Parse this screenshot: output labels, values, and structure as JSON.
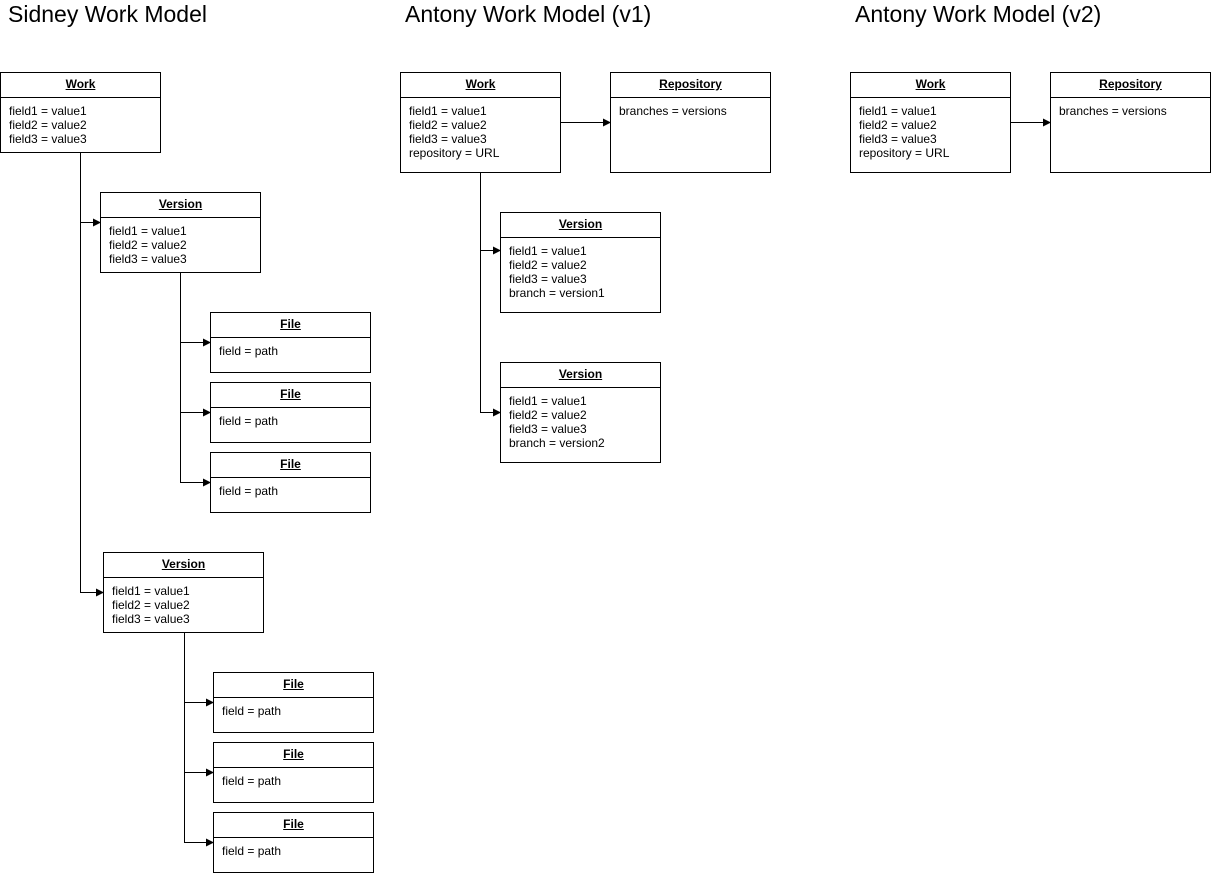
{
  "titles": {
    "sidney": "Sidney Work Model",
    "antony_v1": "Antony Work Model (v1)",
    "antony_v2": "Antony Work Model (v2)"
  },
  "sidney": {
    "work": {
      "header": "Work",
      "fields": [
        "field1 = value1",
        "field2 = value2",
        "field3 = value3"
      ]
    },
    "version1": {
      "header": "Version",
      "fields": [
        "field1 = value1",
        "field2 = value2",
        "field3 = value3"
      ]
    },
    "version1_files": [
      {
        "header": "File",
        "fields": [
          "field = path"
        ]
      },
      {
        "header": "File",
        "fields": [
          "field = path"
        ]
      },
      {
        "header": "File",
        "fields": [
          "field = path"
        ]
      }
    ],
    "version2": {
      "header": "Version",
      "fields": [
        "field1 = value1",
        "field2 = value2",
        "field3 = value3"
      ]
    },
    "version2_files": [
      {
        "header": "File",
        "fields": [
          "field = path"
        ]
      },
      {
        "header": "File",
        "fields": [
          "field = path"
        ]
      },
      {
        "header": "File",
        "fields": [
          "field = path"
        ]
      }
    ]
  },
  "antony_v1": {
    "work": {
      "header": "Work",
      "fields": [
        "field1 = value1",
        "field2 = value2",
        "field3 = value3",
        "repository = URL"
      ]
    },
    "repository": {
      "header": "Repository",
      "fields": [
        "branches = versions"
      ]
    },
    "version1": {
      "header": "Version",
      "fields": [
        "field1 = value1",
        "field2 = value2",
        "field3 = value3",
        "branch = version1"
      ]
    },
    "version2": {
      "header": "Version",
      "fields": [
        "field1 = value1",
        "field2 = value2",
        "field3 = value3",
        "branch = version2"
      ]
    }
  },
  "antony_v2": {
    "work": {
      "header": "Work",
      "fields": [
        "field1 = value1",
        "field2 = value2",
        "field3 = value3",
        "repository = URL"
      ]
    },
    "repository": {
      "header": "Repository",
      "fields": [
        "branches = versions"
      ]
    }
  }
}
